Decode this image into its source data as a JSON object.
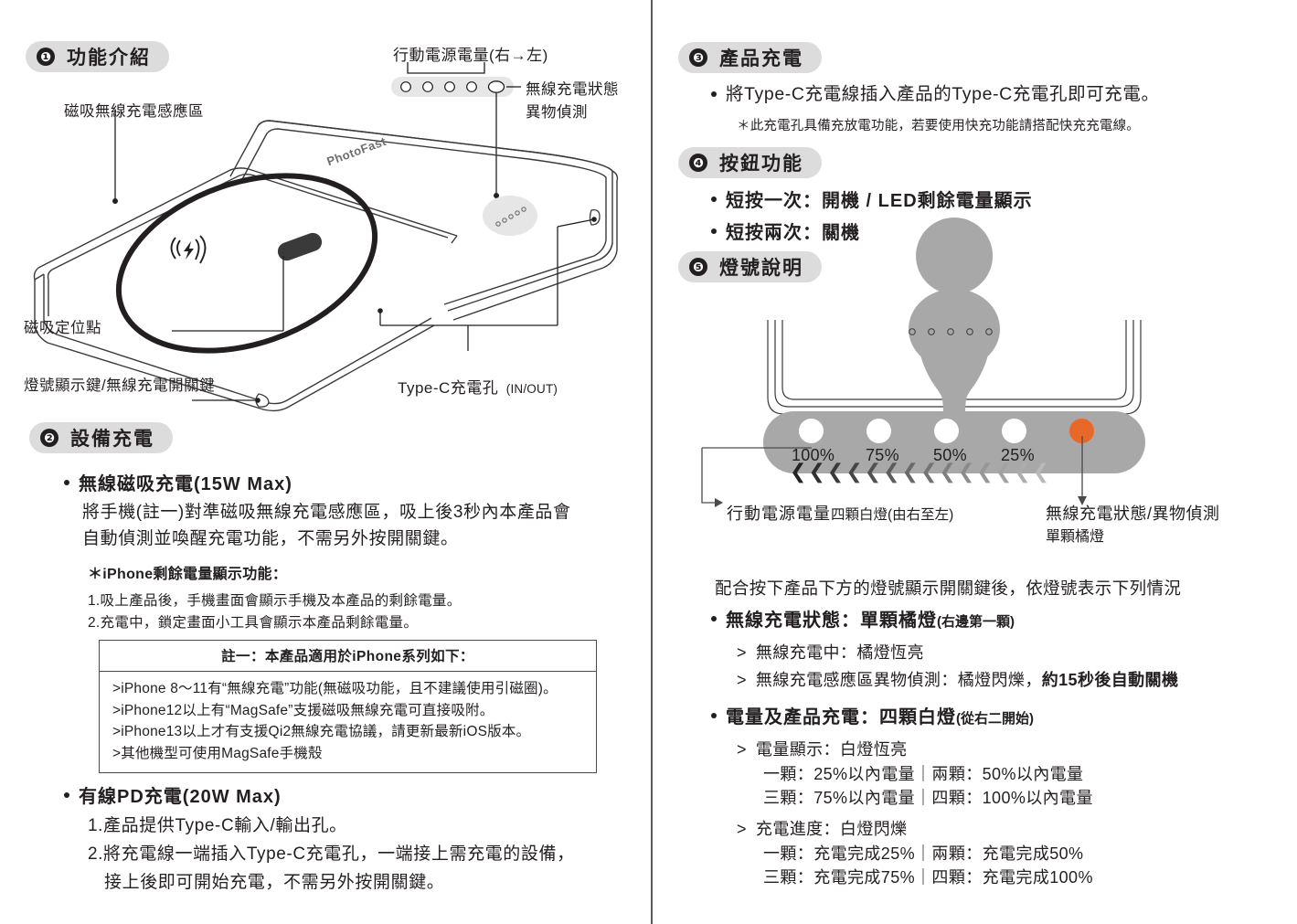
{
  "colors": {
    "accent_orange": "#e8682a",
    "diagram_gray": "#a8a8a8",
    "badge_gray": "#dcdcdc",
    "ink": "#231f20"
  },
  "left_column": {
    "section1": {
      "number": "❶",
      "title": "功能介紹",
      "callouts": {
        "battery_leds": "行動電源電量(右→左)",
        "wireless_status_line1": "無線充電狀態",
        "wireless_status_line2": "異物偵測",
        "mag_zone": "磁吸無線充電感應區",
        "mag_point": "磁吸定位點",
        "led_button": "燈號顯示鍵/無線充電開關鍵",
        "typec_port": "Type-C充電孔",
        "typec_port_suffix": "(IN/OUT)",
        "brand": "PhotoFast"
      }
    },
    "section2": {
      "number": "❷",
      "title": "設備充電",
      "item1": {
        "heading": "無線磁吸充電(15W  Max)",
        "body_line1": "將手機(註一)對準磁吸無線充電感應區，吸上後3秒內本產品會",
        "body_line2": "自動偵測並喚醒充電功能，不需另外按開關鍵。",
        "note_title": "＊iPhone剩餘電量顯示功能：",
        "note_1": "1.吸上產品後，手機畫面會顯示手機及本產品的剩餘電量。",
        "note_2": "2.充電中，鎖定畫面小工具會顯示本產品剩餘電量。"
      },
      "note_table": {
        "header": "註一：本產品適用於iPhone系列如下：",
        "rows": [
          ">iPhone 8～11有“無線充電”功能(無磁吸功能，且不建議使用引磁圈)。",
          ">iPhone12以上有“MagSafe”支援磁吸無線充電可直接吸附。",
          ">iPhone13以上才有支援Qi2無線充電協議，請更新最新iOS版本。",
          ">其他機型可使用MagSafe手機殼"
        ]
      },
      "item2": {
        "heading": "有線PD充電(20W  Max)",
        "line_1": "1.產品提供Type-C輸入/輸出孔。",
        "line_2": "2.將充電線一端插入Type-C充電孔，一端接上需充電的設備，",
        "line_3": "接上後即可開始充電，不需另外按開關鍵。"
      }
    }
  },
  "right_column": {
    "section3": {
      "number": "❸",
      "title": "產品充電",
      "bullet": "將Type-C充電線插入產品的Type-C充電孔即可充電。",
      "note": "＊此充電孔具備充放電功能，若要使用快充功能請搭配快充充電線。"
    },
    "section4": {
      "number": "❹",
      "title": "按鈕功能",
      "bullets": [
        "短按一次：開機  /  LED剩餘電量顯示",
        "短按兩次：關機"
      ]
    },
    "section5": {
      "number": "❺",
      "title": "燈號說明",
      "diagram": {
        "percent_labels": [
          "100%",
          "75%",
          "50%",
          "25%"
        ],
        "orange_led": true,
        "left_callout_line1": "行動電源電量",
        "left_callout_small": "四顆白燈(由右至左)",
        "right_callout_line1": "無線充電狀態/異物偵測",
        "right_callout_line2": "單顆橘燈",
        "chevron_count": 14
      },
      "intro": "配合按下產品下方的燈號顯示開關鍵後，依燈號表示下列情況",
      "group1": {
        "heading_strong": "無線充電狀態：單顆橘燈",
        "heading_small": "(右邊第一顆)",
        "items": [
          {
            "prefix": ">",
            "text": "無線充電中：橘燈恆亮",
            "bold_tail": ""
          },
          {
            "prefix": ">",
            "text": "無線充電感應區異物偵測：橘燈閃爍，",
            "bold_tail": "約15秒後自動關機"
          }
        ]
      },
      "group2": {
        "heading_strong": "電量及產品充電：四顆白燈",
        "heading_small": "(從右二開始)",
        "items": [
          {
            "prefix": ">",
            "title": "電量顯示：白燈恆亮",
            "lines": [
              "一顆：25%以內電量｜兩顆：50%以內電量",
              "三顆：75%以內電量｜四顆：100%以內電量"
            ]
          },
          {
            "prefix": ">",
            "title": "充電進度：白燈閃爍",
            "lines": [
              "一顆：充電完成25%｜兩顆：充電完成50%",
              "三顆：充電完成75%｜四顆：充電完成100%"
            ]
          }
        ]
      }
    }
  }
}
